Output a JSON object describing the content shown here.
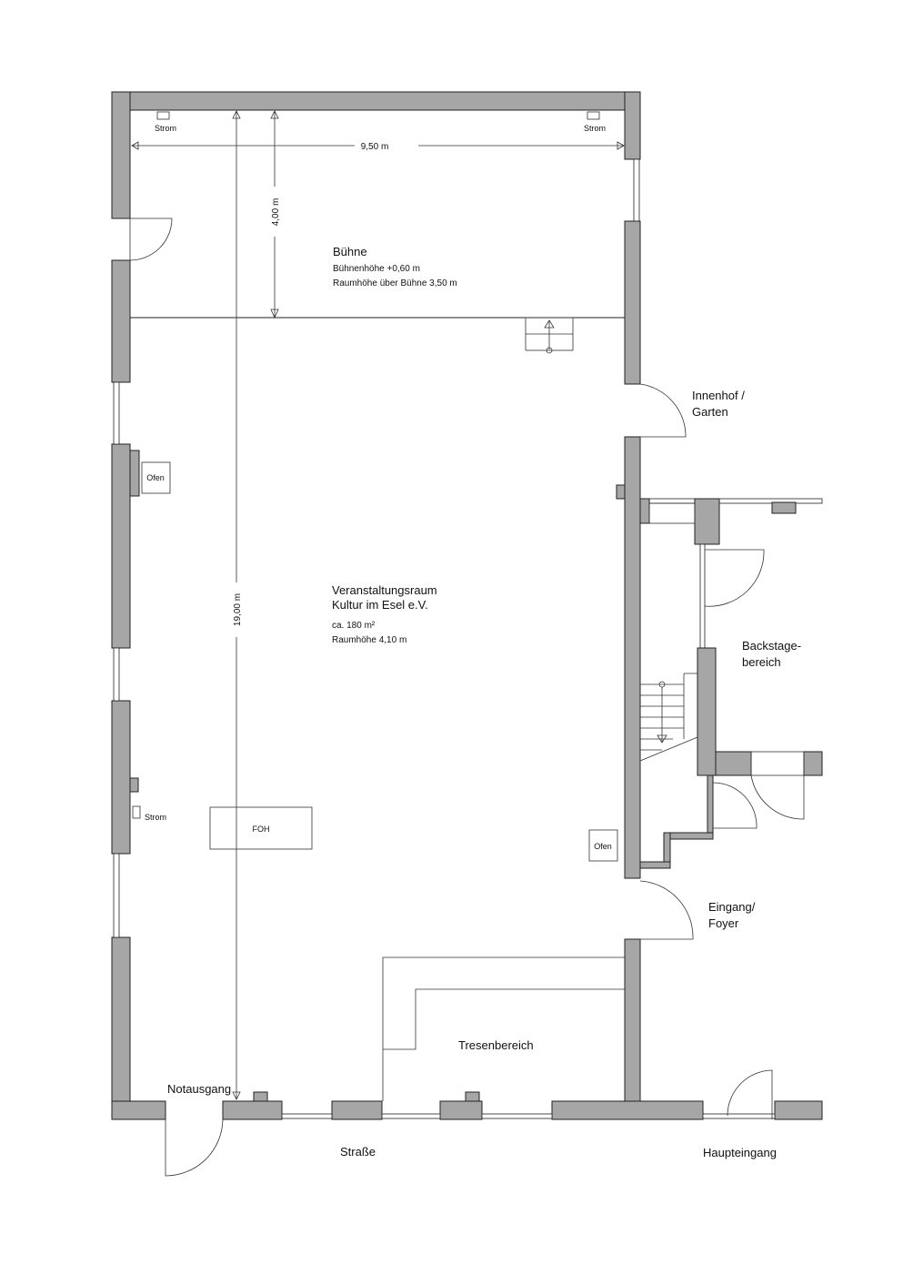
{
  "stage": {
    "title": "Bühne",
    "height": "Bühnenhöhe +0,60 m",
    "room_height": "Raumhöhe über Bühne 3,50 m"
  },
  "main_room": {
    "title": "Veranstaltungsraum",
    "org": "Kultur im Esel e.V.",
    "area": "ca. 180 m²",
    "room_height": "Raumhöhe 4,10 m"
  },
  "dimensions": {
    "width": "9,50 m",
    "stage_depth": "4,00 m",
    "length": "19,00 m"
  },
  "labels": {
    "strom_left": "Strom",
    "strom_right": "Strom",
    "strom_side": "Strom",
    "ofen_left": "Ofen",
    "ofen_right": "Ofen",
    "foh": "FOH",
    "innenhof_1": "Innenhof /",
    "innenhof_2": "Garten",
    "backstage_1": "Backstage-",
    "backstage_2": "bereich",
    "eingang_1": "Eingang/",
    "eingang_2": "Foyer",
    "tresen": "Tresenbereich",
    "notausgang": "Notausgang",
    "strasse": "Straße",
    "haupteingang": "Haupteingang"
  }
}
